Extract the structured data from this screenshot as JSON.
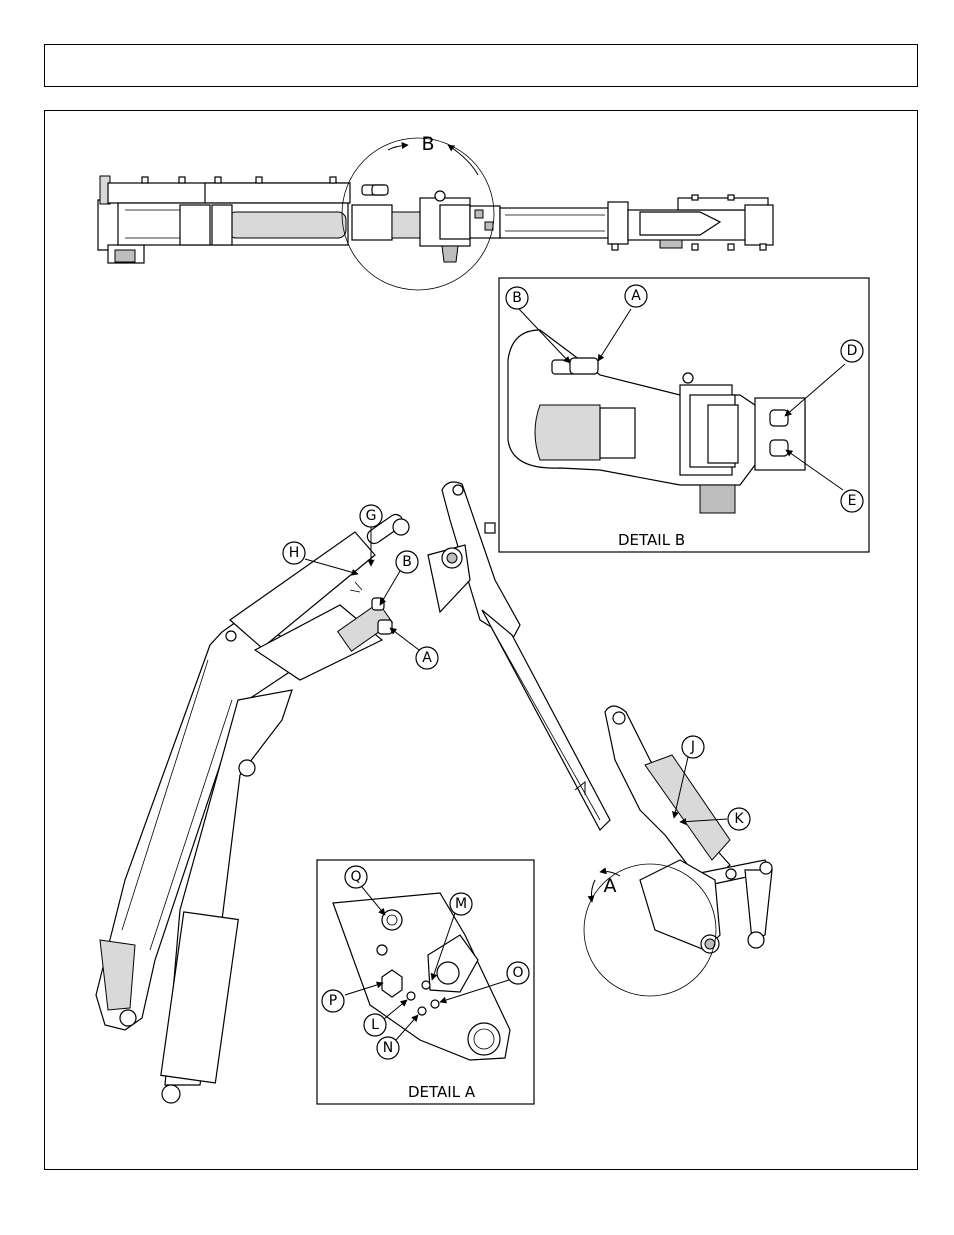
{
  "header": {
    "title": ""
  },
  "views": {
    "top_view": {
      "section_marker": "B"
    },
    "side_view": {
      "section_marker": "A"
    }
  },
  "detail_b": {
    "caption": "DETAIL B",
    "callouts": [
      "B",
      "A",
      "D",
      "E"
    ]
  },
  "detail_a": {
    "caption": "DETAIL A",
    "callouts": [
      "Q",
      "M",
      "O",
      "P",
      "L",
      "N"
    ]
  },
  "main_callouts": [
    "G",
    "H",
    "B",
    "A",
    "J",
    "K"
  ]
}
